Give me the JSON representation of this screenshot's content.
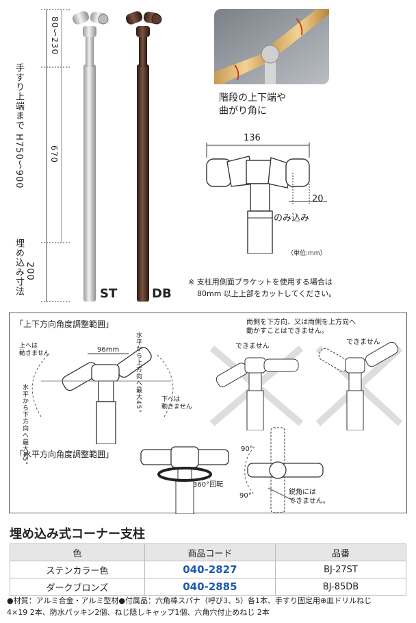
{
  "dims": {
    "total_height": "手すり上端まで H750～900",
    "top_range": "80～230",
    "mid": "670",
    "embed_label": "埋め込み寸法",
    "embed": "200"
  },
  "colors": {
    "st_label": "ST",
    "db_label": "DB",
    "silver": "#c8c8c8",
    "bronze": "#4a2e22",
    "accent_blue": "#1b5aa8"
  },
  "photo_caption": [
    "階段の上下端や",
    "曲がり角に"
  ],
  "diagram": {
    "width": "136",
    "depth": "20",
    "depth_label": "のみ込み",
    "unit": "（単位:mm）",
    "note": [
      "※ 支柱用側面ブラケットを使用する場合は",
      "80mm 以上上部をカットしてください。"
    ]
  },
  "panel": {
    "vertical_title": "「上下方向角度調整範囲」",
    "up_not": [
      "上へは",
      "動きません"
    ],
    "left_angle": [
      "水平から",
      "下方向へ",
      "最大45°"
    ],
    "right_angle": [
      "水平から",
      "上方向へ",
      "最大45°"
    ],
    "down_not": [
      "下へは",
      "動きません"
    ],
    "gap": "96mm",
    "both_dir": [
      "両側を下方向、又は両側を上方向へ",
      "動かすことはできません。"
    ],
    "cannot": "できません",
    "horizontal_title": "「水平方向角度調整範囲」",
    "rotate": "360°回転",
    "deg_top": "90°",
    "deg_bottom": "90°",
    "acute": [
      "鋭角には",
      "できません。"
    ]
  },
  "spec": {
    "title": "埋め込み式コーナー支柱",
    "headers": [
      "色",
      "商品コード",
      "品番"
    ],
    "rows": [
      {
        "color": "ステンカラー色",
        "code": "040-2827",
        "part": "BJ-27ST"
      },
      {
        "color": "ダークブロンズ",
        "code": "040-2885",
        "part": "BJ-85DB"
      }
    ]
  },
  "notes": [
    "●材質：アルミ合金・アルミ型材●付属品：六角棒スパナ（呼び3、5）各1本、手すり固定用⊕皿ドリルねじ",
    "4×19 2本、防水パッキン2個、ねじ隠しキャップ1個、六角穴付止めねじ 2本"
  ]
}
